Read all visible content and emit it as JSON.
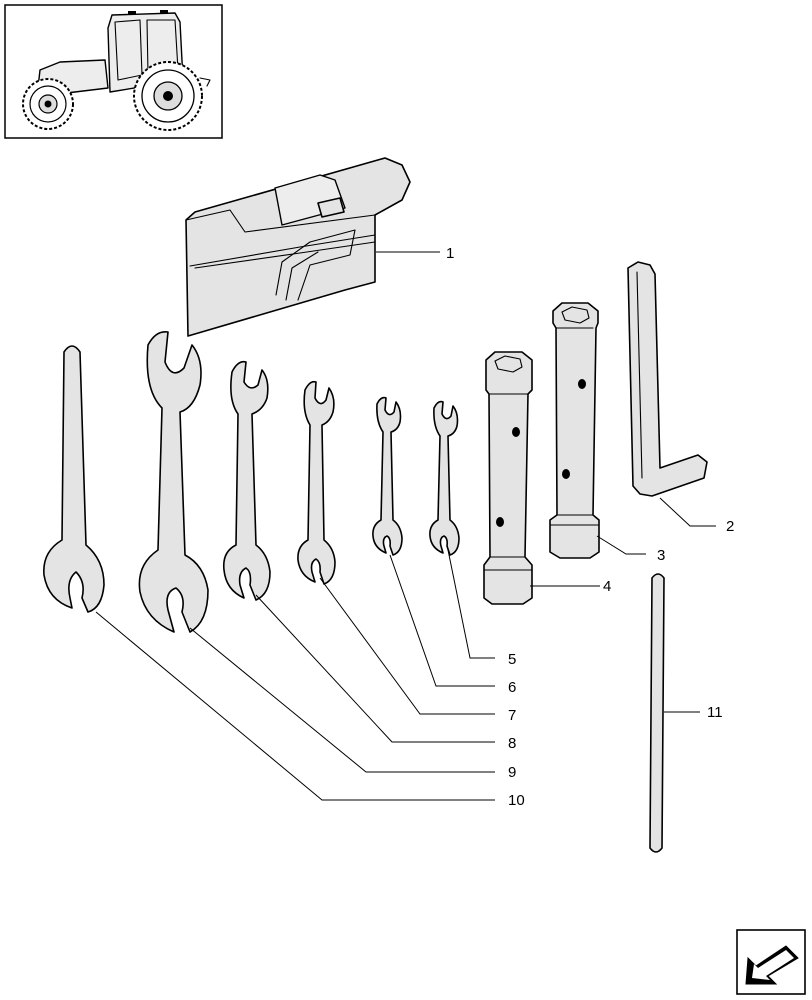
{
  "thumbnail": {
    "icon": "tractor-icon"
  },
  "nav": {
    "icon": "next-page-arrow-icon"
  },
  "callouts": [
    {
      "id": "c1",
      "label": "1"
    },
    {
      "id": "c2",
      "label": "2"
    },
    {
      "id": "c3",
      "label": "3"
    },
    {
      "id": "c4",
      "label": "4"
    },
    {
      "id": "c5",
      "label": "5"
    },
    {
      "id": "c6",
      "label": "6"
    },
    {
      "id": "c7",
      "label": "7"
    },
    {
      "id": "c8",
      "label": "8"
    },
    {
      "id": "c9",
      "label": "9"
    },
    {
      "id": "c10",
      "label": "10"
    },
    {
      "id": "c11",
      "label": "11"
    }
  ]
}
